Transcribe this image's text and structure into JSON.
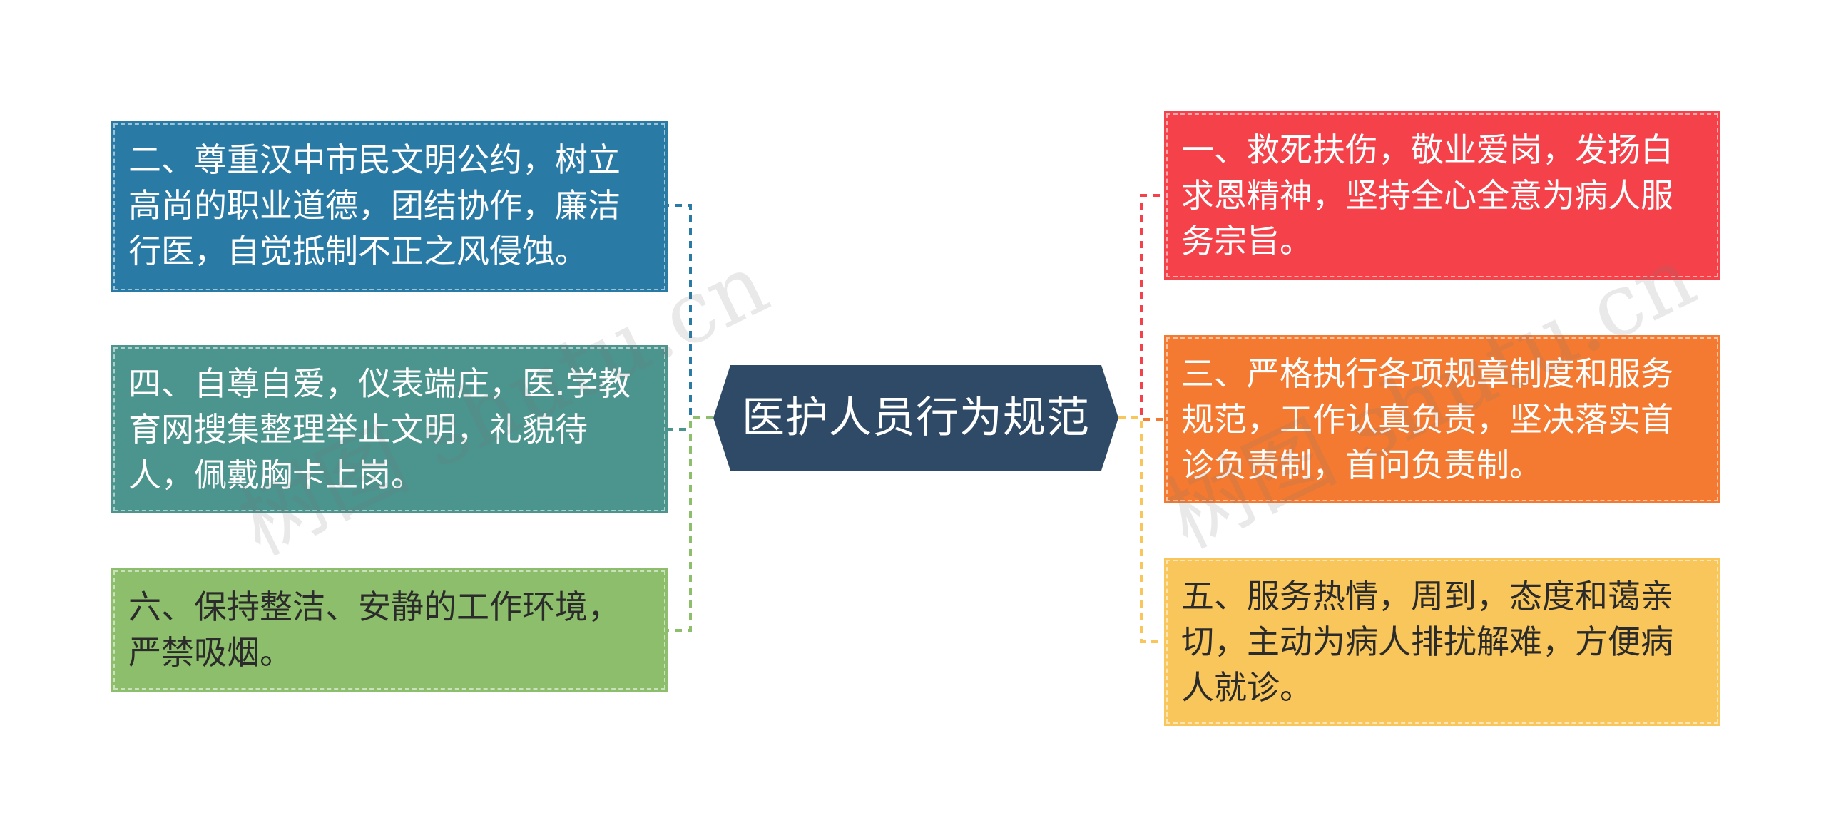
{
  "center": {
    "title": "医护人员行为规范",
    "color": "#2f4a66"
  },
  "left_items": [
    {
      "text": "二、尊重汉中市民文明公约，树立高尚的职业道德，团结协作，廉洁行医，自觉抵制不正之风侵蚀。",
      "color": "#2a7aa6"
    },
    {
      "text": "四、自尊自爱，仪表端庄，医.学教育网搜集整理举止文明，礼貌待人，佩戴胸卡上岗。",
      "color": "#4c948e"
    },
    {
      "text": "六、保持整洁、安静的工作环境，严禁吸烟。",
      "color": "#8dbe6b"
    }
  ],
  "right_items": [
    {
      "text": "一、救死扶伤，敬业爱岗，发扬白求恩精神，坚持全心全意为病人服务宗旨。",
      "color": "#f5424a"
    },
    {
      "text": "三、严格执行各项规章制度和服务规范，工作认真负责，坚决落实首诊负责制，首问负责制。",
      "color": "#f47a31"
    },
    {
      "text": "五、服务热情，周到，态度和蔼亲切，主动为病人排扰解难，方便病人就诊。",
      "color": "#f8c65a"
    }
  ],
  "watermark": {
    "text_left": "树图 shutu.cn",
    "text_right": "树图 shutu.cn"
  }
}
